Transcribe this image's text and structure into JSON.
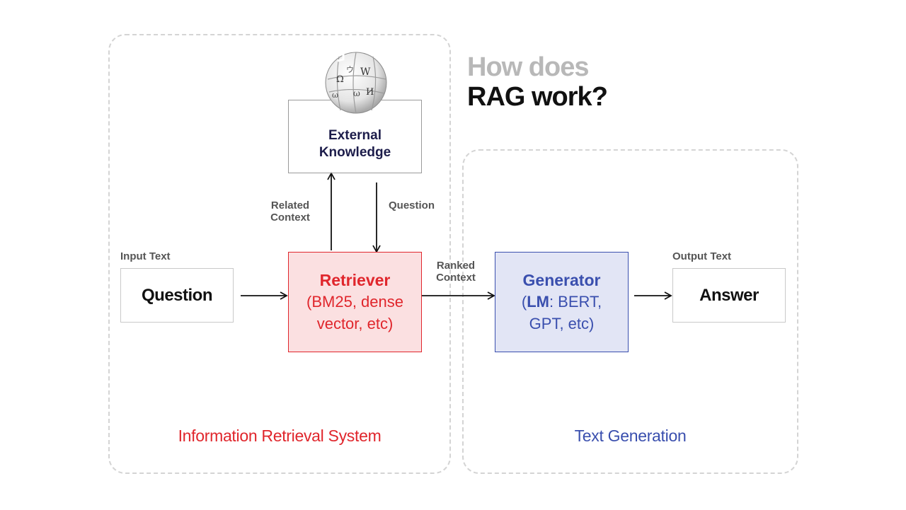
{
  "title": {
    "line1": "How does",
    "line2": "RAG work?"
  },
  "groups": {
    "retrieval": {
      "label": "Information Retrieval System",
      "color": "#e0262c"
    },
    "generation": {
      "label": "Text Generation",
      "color": "#3a4fae"
    }
  },
  "input": {
    "caption": "Input Text",
    "text": "Question"
  },
  "output": {
    "caption": "Output Text",
    "text": "Answer"
  },
  "external": {
    "line1": "External",
    "line2": "Knowledge",
    "icon": "wikipedia-globe-icon",
    "fill": "#cfcfcf"
  },
  "retriever": {
    "name": "Retriever",
    "line1": "(BM25, dense",
    "line2": "vector, etc)",
    "color": "#e0262c",
    "fill": "#fbe0e1"
  },
  "generator": {
    "name": "Generator",
    "lm": "LM",
    "line1_rest": ": BERT,",
    "line2": "GPT, etc)",
    "open_paren": "(",
    "color": "#3a4fae",
    "fill": "#e2e5f5"
  },
  "edges": {
    "related_context": {
      "line1": "Related",
      "line2": "Context"
    },
    "question": "Question",
    "ranked_context": {
      "line1": "Ranked",
      "line2": "Context"
    }
  }
}
